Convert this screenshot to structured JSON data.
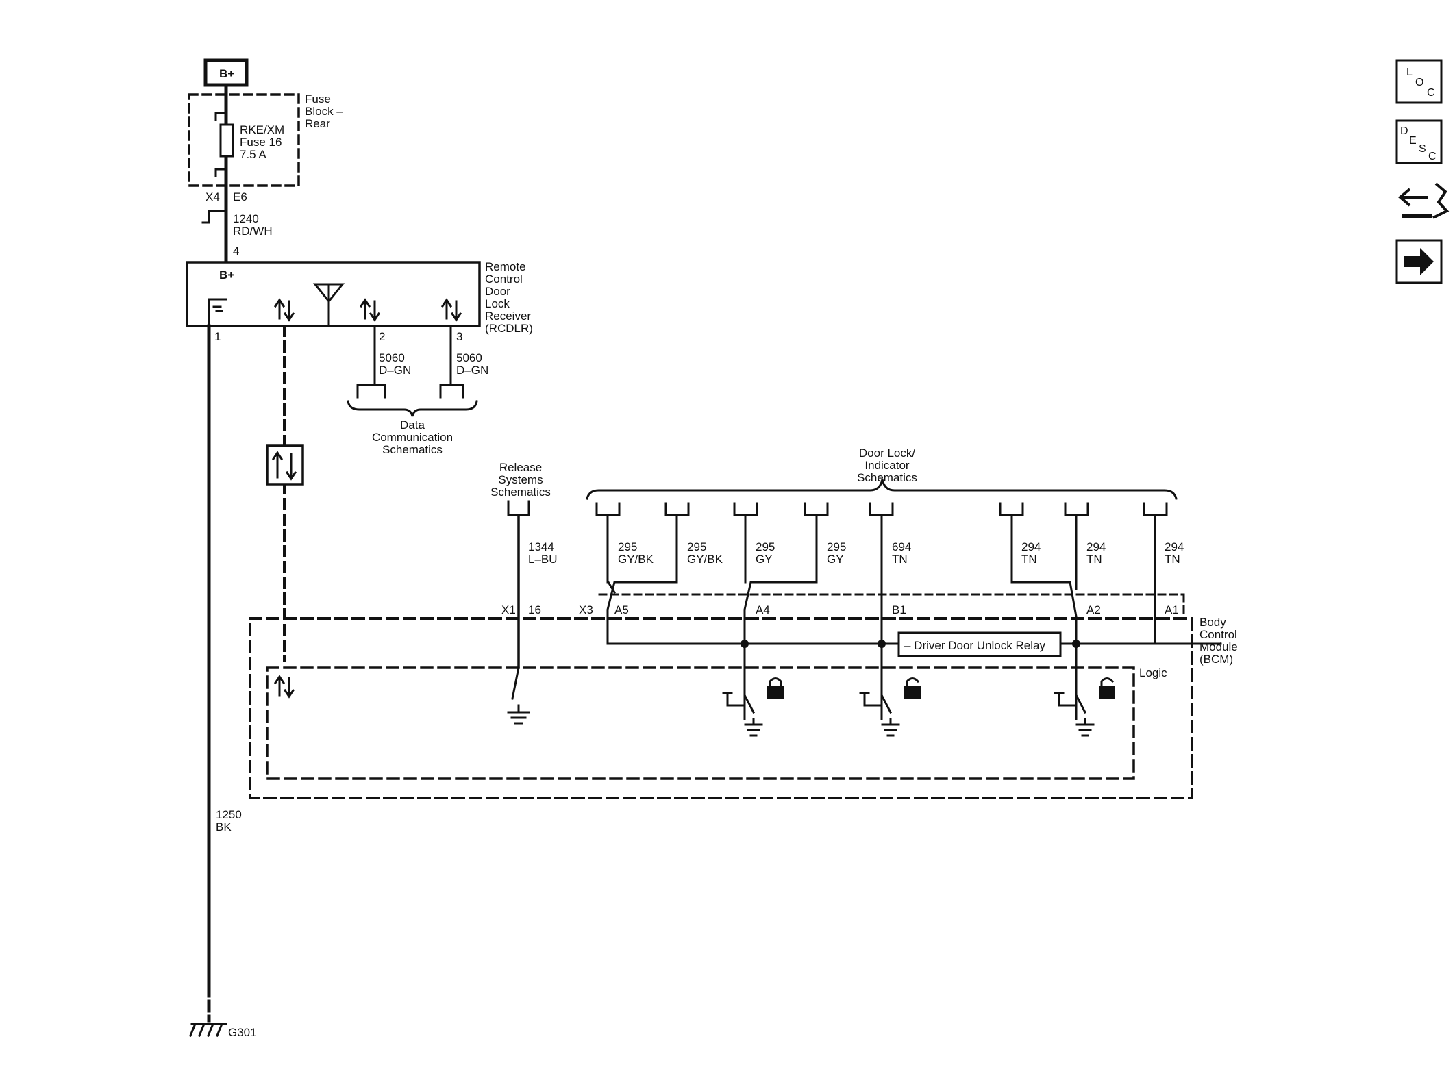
{
  "power": {
    "source": "B+"
  },
  "fuse_block": {
    "label_lines": [
      "Fuse",
      "Block –",
      "Rear"
    ],
    "fuse_lines": [
      "RKE/XM",
      "Fuse 16",
      "7.5 A"
    ],
    "connector": "X4",
    "pin": "E6"
  },
  "wires": {
    "supply": {
      "circuit": "1240",
      "color": "RD/WH",
      "pin": "4"
    },
    "ground": {
      "circuit": "1250",
      "color": "BK",
      "pin": "1"
    },
    "data_a": {
      "circuit": "5060",
      "color": "D–GN",
      "pin": "2"
    },
    "data_b": {
      "circuit": "5060",
      "color": "D–GN",
      "pin": "3"
    },
    "release": {
      "circuit": "1344",
      "color": "L–BU",
      "connector": "X1",
      "pin": "16"
    }
  },
  "rcdlr": {
    "label_lines": [
      "Remote",
      "Control",
      "Door",
      "Lock",
      "Receiver",
      "(RCDLR)"
    ],
    "bplus": "B+"
  },
  "data_comm": {
    "lines": [
      "Data",
      "Communication",
      "Schematics"
    ]
  },
  "release_systems": {
    "lines": [
      "Release",
      "Systems",
      "Schematics"
    ]
  },
  "door_lock": {
    "lines": [
      "Door Lock/",
      "Indicator",
      "Schematics"
    ],
    "wires": [
      {
        "circuit": "295",
        "color": "GY/BK"
      },
      {
        "circuit": "295",
        "color": "GY/BK"
      },
      {
        "circuit": "295",
        "color": "GY"
      },
      {
        "circuit": "295",
        "color": "GY"
      },
      {
        "circuit": "694",
        "color": "TN"
      },
      {
        "circuit": "294",
        "color": "TN"
      },
      {
        "circuit": "294",
        "color": "TN"
      },
      {
        "circuit": "294",
        "color": "TN"
      }
    ]
  },
  "bcm": {
    "label_lines": [
      "Body",
      "Control",
      "Module",
      "(BCM)"
    ],
    "connector": "X3",
    "pins": [
      "A5",
      "A4",
      "B1",
      "A2",
      "A1"
    ],
    "relay": "– Driver Door Unlock Relay",
    "logic": "Logic"
  },
  "ground_point": {
    "label": "G301"
  },
  "nav": {
    "loc": [
      "L",
      "O",
      "C"
    ],
    "desc": [
      "D",
      "E",
      "S",
      "C"
    ]
  }
}
